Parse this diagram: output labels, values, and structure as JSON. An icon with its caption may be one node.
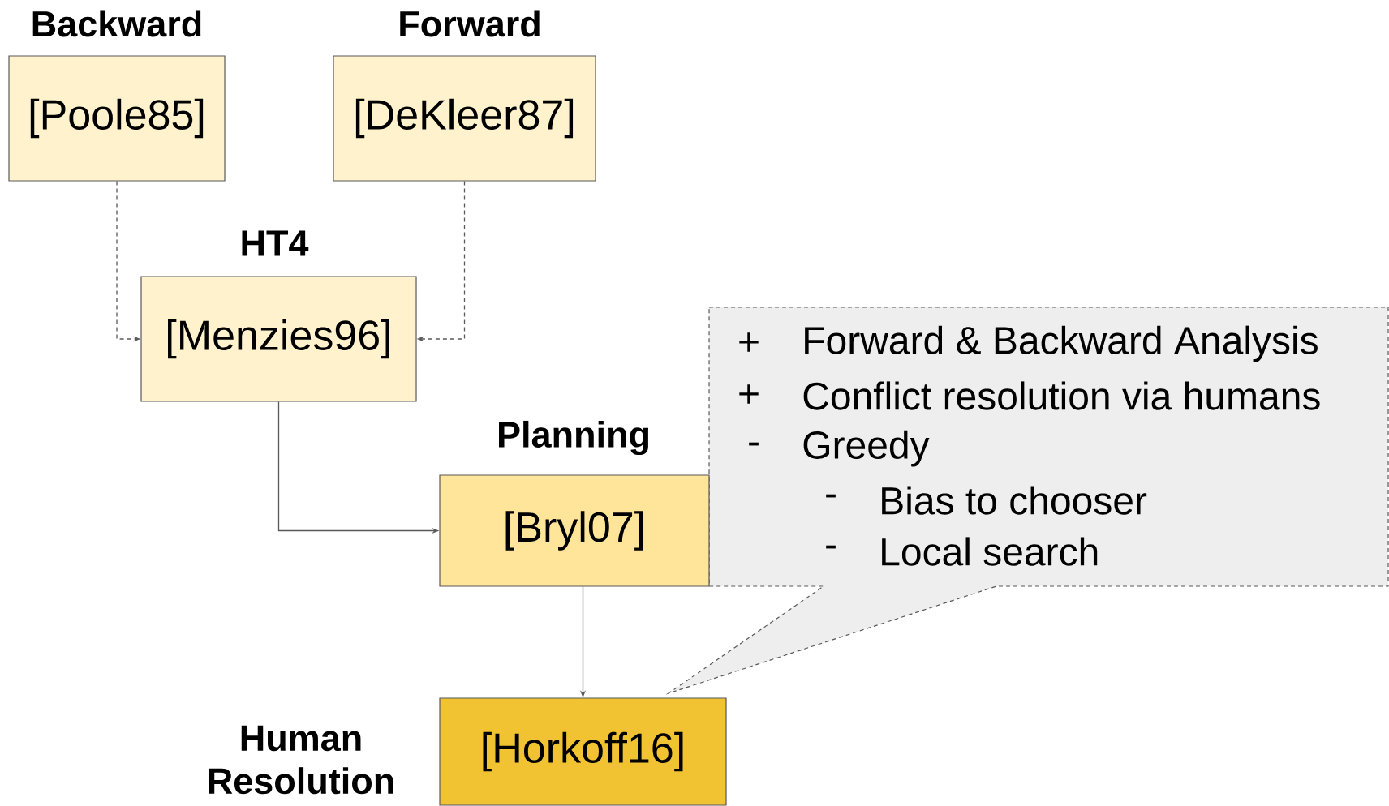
{
  "diagram": {
    "nodes": [
      {
        "text": [
          "Backward",
          "[Poole85]"
        ]
      },
      {
        "text": [
          "Forward",
          "[DeKleer87]"
        ]
      },
      {
        "text": [
          "HT4",
          "[Menzies96]"
        ]
      },
      {
        "text": [
          "Forward & Backward Analysis",
          "Conflict resolution via humans",
          "Greedy",
          "Bias to chooser",
          "Local search"
        ]
      },
      {
        "text": [
          "Planning",
          "[Bryl07]"
        ]
      },
      {
        "text": [
          "Human Resolution",
          "[Horkoff16]"
        ]
      }
    ],
    "edges": [
      {
        "from": 0,
        "to": 2,
        "arrow": "to",
        "style": "dashed"
      },
      {
        "from": 1,
        "to": 2,
        "arrow": "to",
        "style": "dashed"
      },
      {
        "from": 2,
        "to": 4,
        "arrow": "to"
      },
      {
        "from": 4,
        "to": 5,
        "arrow": "to"
      }
    ],
    "labels": [
      "+",
      "+",
      "-",
      "-",
      "-"
    ]
  }
}
